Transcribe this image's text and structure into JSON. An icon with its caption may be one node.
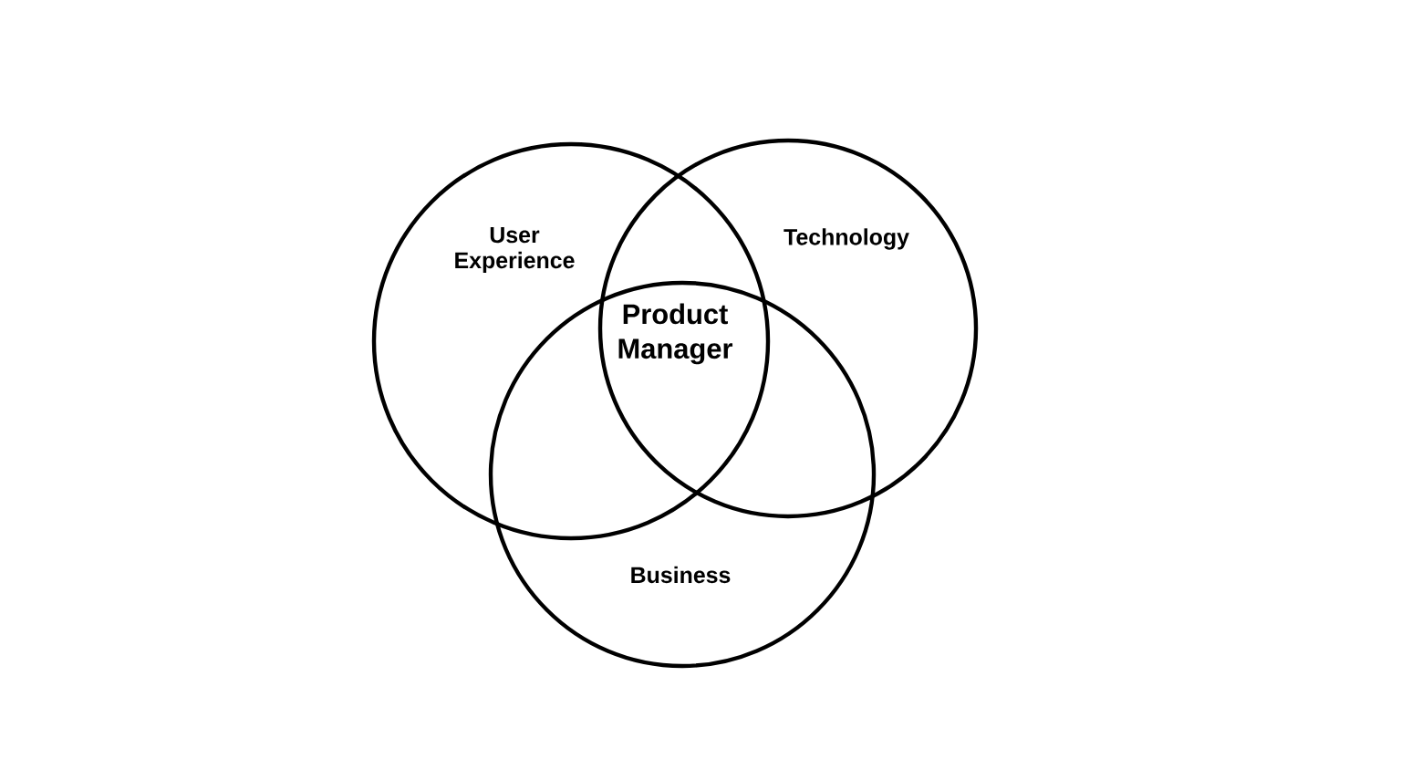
{
  "diagram": {
    "nodes": [
      {
        "text": [
          "User Experience"
        ]
      },
      {
        "text": [
          "Technology"
        ]
      },
      {
        "text": [
          "Business"
        ]
      }
    ],
    "labels": [
      "Product Manager"
    ]
  }
}
